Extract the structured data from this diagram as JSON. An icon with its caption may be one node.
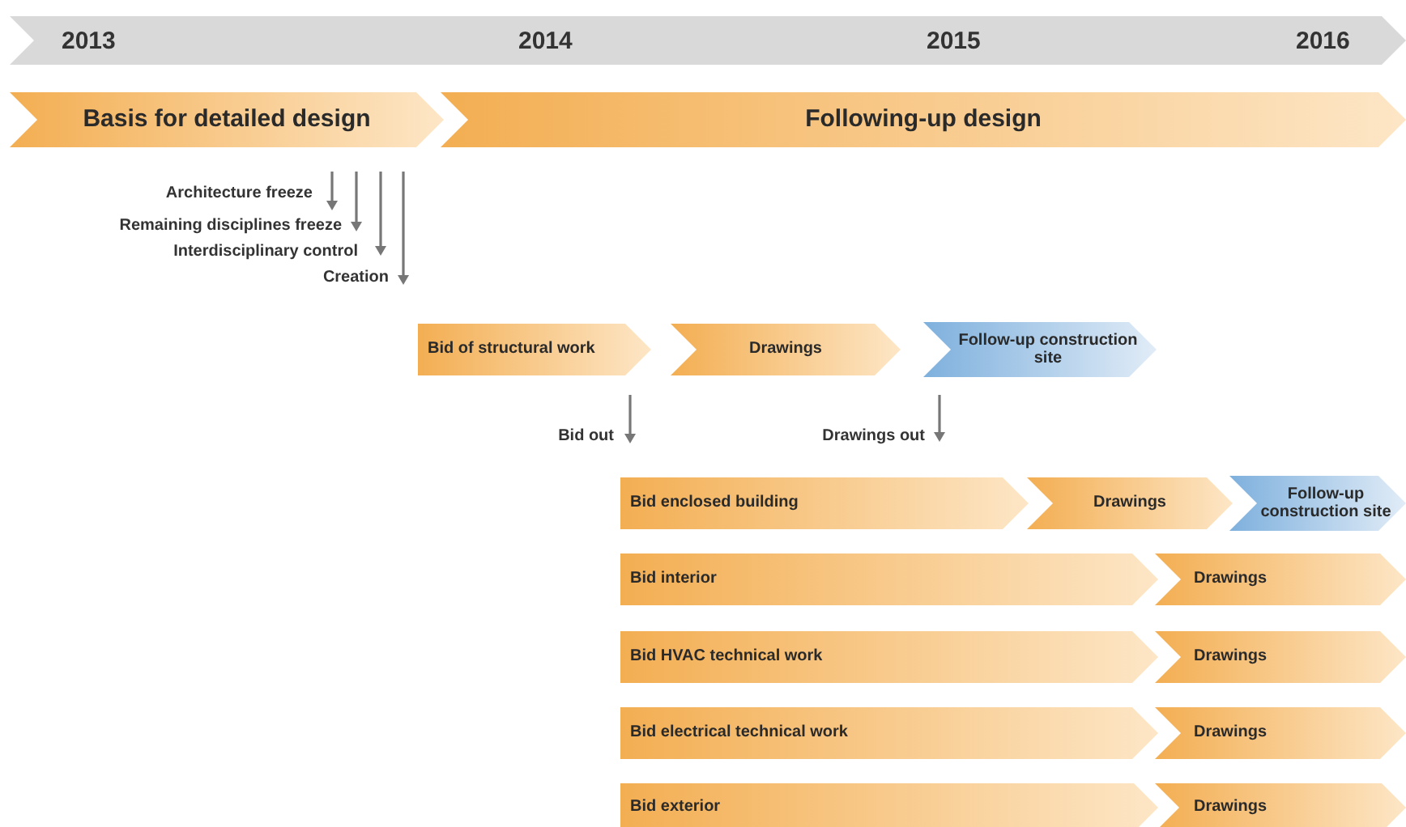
{
  "diagram": {
    "nodes": [
      {
        "text": [
          "2013",
          "2014",
          "2015",
          "2016"
        ]
      },
      {
        "text": [
          "Basis for detailed design"
        ]
      },
      {
        "text": [
          "Following-up design"
        ]
      },
      {
        "text": [
          "Bid of structural work"
        ]
      },
      {
        "text": [
          "Drawings"
        ]
      },
      {
        "text": [
          "Follow-up construction site"
        ]
      },
      {
        "text": [
          "Bid enclosed building"
        ]
      },
      {
        "text": [
          "Drawings"
        ]
      },
      {
        "text": [
          "Follow-up construction site"
        ]
      },
      {
        "text": [
          "Bid interior"
        ]
      },
      {
        "text": [
          "Drawings"
        ]
      },
      {
        "text": [
          "Bid HVAC technical work"
        ]
      },
      {
        "text": [
          "Drawings"
        ]
      },
      {
        "text": [
          "Bid electrical technical work"
        ]
      },
      {
        "text": [
          "Drawings"
        ]
      },
      {
        "text": [
          "Bid exterior"
        ]
      },
      {
        "text": [
          "Drawings"
        ]
      }
    ],
    "labels": [
      "Architecture freeze",
      "Remaining disciplines freeze",
      "Interdisciplinary control",
      "Creation",
      "Bid out",
      "Drawings out"
    ]
  }
}
